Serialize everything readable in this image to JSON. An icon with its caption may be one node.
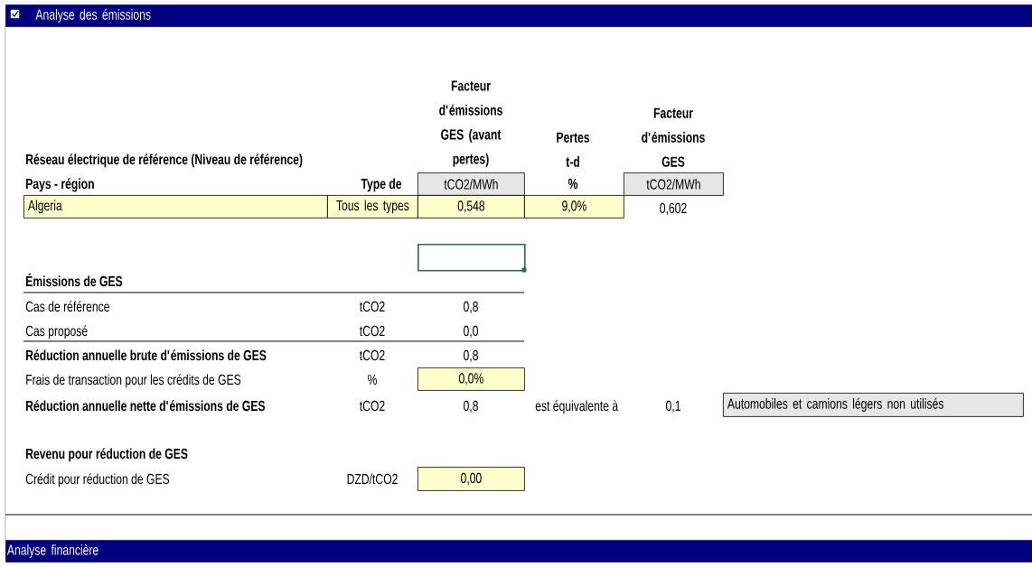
{
  "diagram": {
    "nodes": [
      {
        "text": [
          "Analyse des émissions"
        ]
      },
      {
        "text": [
          "tCO2/MWh"
        ]
      },
      {
        "text": [
          "tCO2/MWh"
        ]
      },
      {
        "text": [
          "Algeria"
        ]
      },
      {
        "text": [
          "Tous les types"
        ]
      },
      {
        "text": [
          "0,548"
        ]
      },
      {
        "text": [
          "9,0%"
        ]
      },
      {
        "text": [],
        "shape": "box"
      },
      {
        "text": [
          "0,0%"
        ]
      },
      {
        "text": [
          "Automobiles et camions légers non utilisés"
        ]
      },
      {
        "text": [
          "0,00"
        ]
      },
      {
        "text": [
          "Analyse financière"
        ]
      }
    ],
    "labels": [
      "Facteur d'émissions GES (avant pertes)",
      "Pertes t-d",
      "Facteur d'émissions GES",
      "Réseau électrique de référence (Niveau de référence)",
      "Pays - région",
      "Type de",
      "%",
      "0,602",
      "Émissions de GES",
      "Cas de référence",
      "tCO2",
      "0,8",
      "Cas proposé",
      "tCO2",
      "0,0",
      "Réduction annuelle brute d'émissions de GES",
      "tCO2",
      "0,8",
      "Frais de transaction pour les crédits de GES",
      "%",
      "Réduction annuelle nette d'émissions de GES",
      "tCO2",
      "0,8",
      "est équivalente à",
      "0,1",
      "Revenu pour réduction de GES",
      "Crédit pour réduction de GES",
      "DZD/tCO2"
    ]
  }
}
